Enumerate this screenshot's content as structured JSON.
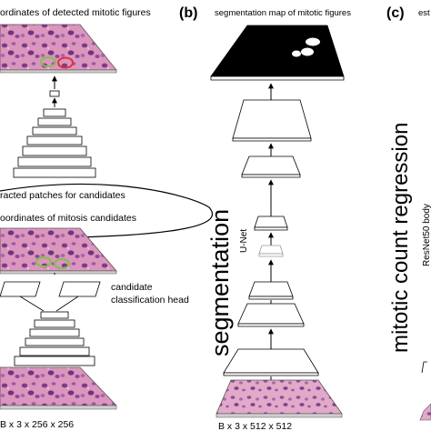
{
  "panel_a": {
    "title": "ordinates of detected mitotic figures",
    "patches_label": "racted patches for candidates",
    "candidates_label": "oordinates of mitosis candidates",
    "head_label_1": "candidate",
    "head_label_2": "classification head",
    "input_dims": "B x 3 x 256 x 256"
  },
  "panel_b": {
    "letter": "(b)",
    "title": "segmentation map of mitotic figures",
    "vertical_label": "segmentation",
    "network_label": "U-Net",
    "input_dims": "B x 3 x 512 x 512"
  },
  "panel_c": {
    "letter": "(c)",
    "title": "est",
    "vertical_label": "mitotic count regression",
    "network_label": "ResNet50 body"
  },
  "colors": {
    "tissue_pink": "#d98fb8",
    "tissue_purple": "#7a3f86",
    "candidate_green": "#7fc24a",
    "detection_red": "#e0303a",
    "segmap_black": "#000000"
  }
}
